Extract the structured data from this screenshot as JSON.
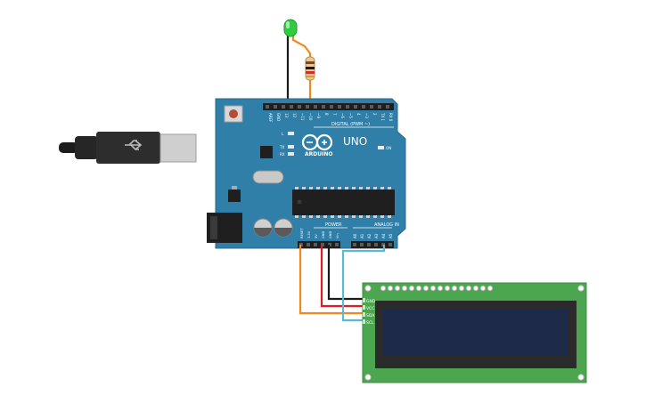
{
  "board": {
    "brand": "ARDUINO",
    "model": "UNO",
    "digital_header_label": "DIGITAL (PWM ~)",
    "power_header_label": "POWER",
    "analog_header_label": "ANALOG IN",
    "led_labels": {
      "l": "L",
      "tx": "TX",
      "rx": "RX",
      "on": "ON"
    },
    "digital_pins": [
      "AREF",
      "GND",
      "13",
      "12",
      "~11",
      "~10",
      "~9",
      "8",
      "7",
      "~6",
      "~5",
      "4",
      "~3",
      "2",
      "TX 1",
      "RX 0"
    ],
    "power_pins": [
      "RESET",
      "3.3V",
      "5V",
      "GND",
      "GND",
      "Vin"
    ],
    "analog_pins": [
      "A0",
      "A1",
      "A2",
      "A3",
      "A4",
      "A5"
    ]
  },
  "lcd": {
    "pins": [
      "GND",
      "VCC",
      "SDA",
      "SCL"
    ]
  },
  "colors": {
    "board": "#2f7fa8",
    "lcd_pcb": "#4ca64f",
    "lcd_screen": "#1e2a4a",
    "wire_black": "#1a1a1a",
    "wire_red": "#e11b22",
    "wire_orange": "#f08a1c",
    "wire_cyan": "#5bb8d6",
    "led": "#2ecc40"
  }
}
